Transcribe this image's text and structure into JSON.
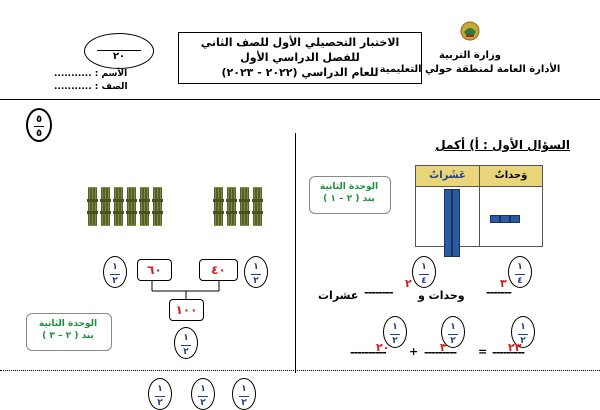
{
  "header": {
    "ministry_line1": "وزارة التربية",
    "ministry_line2": "الأدارة العامة لمنطقة حولي التعليمية",
    "title_line1": "الاختبار التحصيلي الأول للصف الثاني",
    "title_line2": "للفصل الدراسي الأول",
    "title_line3": "للعام الدراسي (٢٠٢٢ - ٢٠٢٣)",
    "score_total": "٢٠",
    "name_label": "الأسم : ...........",
    "class_label": "الصف : ..........."
  },
  "section_score": {
    "num": "٥",
    "den": "٥"
  },
  "question1": {
    "title": "السؤال الأول : أ) أكمل",
    "table": {
      "col_ones": "وَحداتٌ",
      "col_tens": "عَشَراتٌ"
    },
    "unit_note": {
      "line1": "الوحدة الثانية",
      "line2": "بند ( ٢ – ١ )"
    },
    "frac_1": {
      "num": "١",
      "den": "٤"
    },
    "frac_2": {
      "num": "١",
      "den": "٤"
    },
    "sentence_a": "وحدات و",
    "sentence_b": "عشرات",
    "ans_ones": "٣",
    "ans_tens": "٢",
    "eq_fracs": [
      {
        "num": "١",
        "den": "٢"
      },
      {
        "num": "١",
        "den": "٢"
      },
      {
        "num": "١",
        "den": "٢"
      }
    ],
    "eq_total": "٢٣",
    "eq_a": "٣",
    "eq_b": "٢٠",
    "eq_plus": "+",
    "eq_equals": "="
  },
  "question_left": {
    "unit_note": {
      "line1": "الوحدة الثانية",
      "line2": "بند ( ٢ – ٣ )"
    },
    "box_left": "٦٠",
    "box_right": "٤٠",
    "box_sum": "١٠٠",
    "frac_left": {
      "num": "١",
      "den": "٢"
    },
    "frac_right": {
      "num": "١",
      "den": "٢"
    },
    "frac_bottom": {
      "num": "١",
      "den": "٢"
    }
  },
  "bottom_fracs": [
    {
      "num": "١",
      "den": "٢"
    },
    {
      "num": "١",
      "den": "٢"
    },
    {
      "num": "١",
      "den": "٢"
    }
  ],
  "colors": {
    "red": "#d02020",
    "green": "#1d8f3d",
    "blue": "#1f3d8a",
    "table_header": "#e9d67a"
  }
}
